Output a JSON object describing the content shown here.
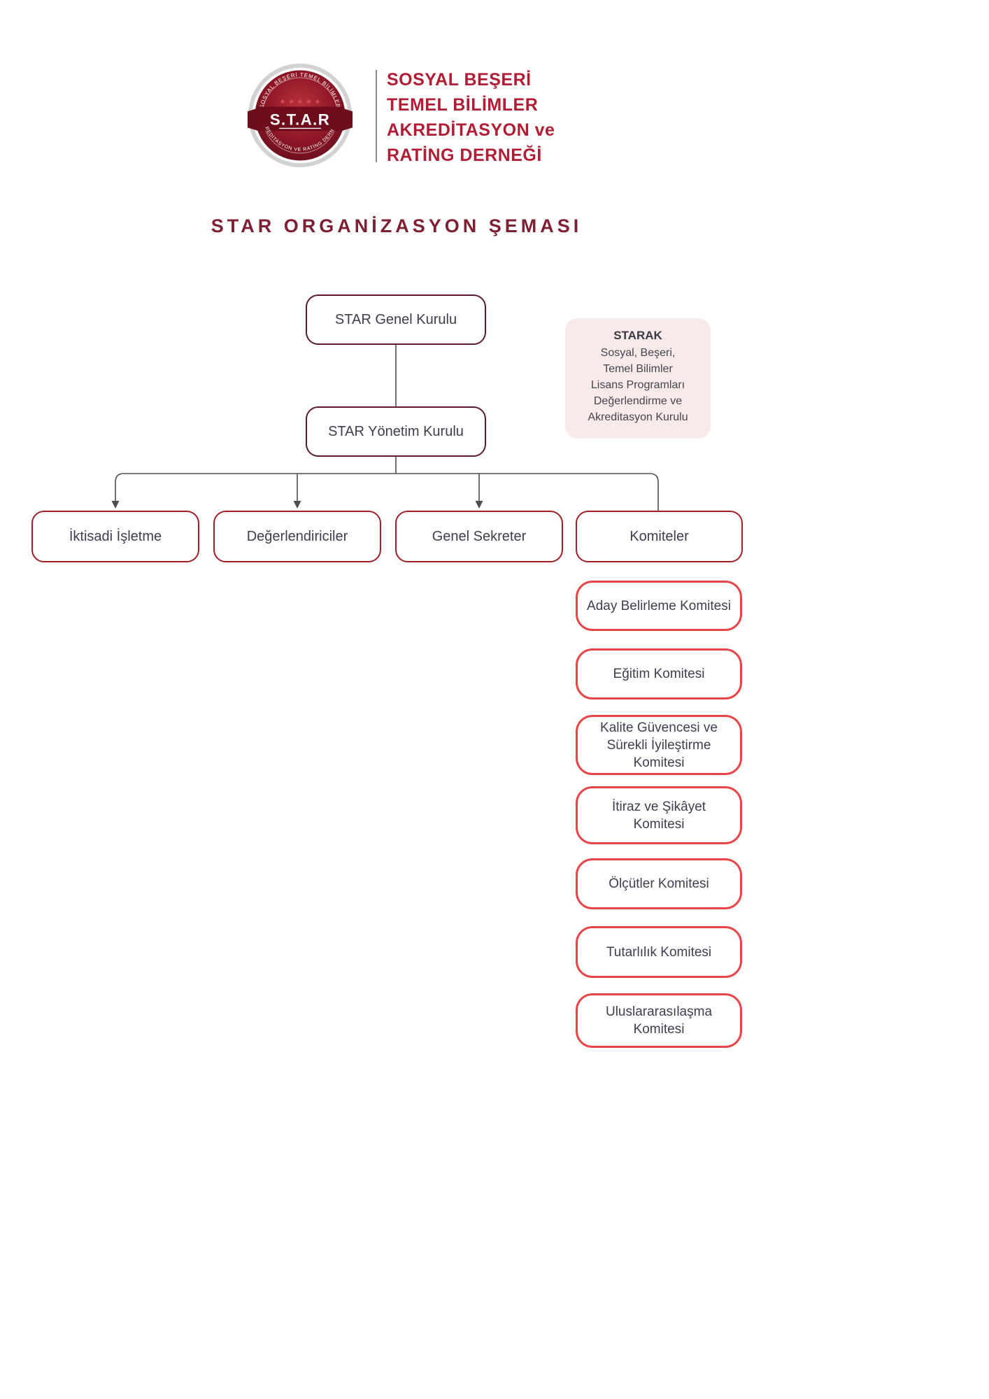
{
  "logo": {
    "badge_text": "S.T.A.R",
    "arc_top": "SOSYAL BEŞERİ TEMEL BİLİMLER",
    "arc_bottom": "AKREDİTASYON VE RATİNG DERNEĞİ",
    "stars": "★ ★ ★ ★ ★",
    "org_name_lines": [
      "SOSYAL BEŞERİ",
      "TEMEL BİLİMLER",
      "AKREDİTASYON ve",
      "RATİNG DERNEĞİ"
    ]
  },
  "title": "STAR ORGANİZASYON ŞEMASI",
  "org": {
    "root": "STAR Genel Kurulu",
    "board": "STAR Yönetim Kurulu",
    "side_note": {
      "title": "STARAK",
      "lines": [
        "Sosyal, Beşeri,",
        "Temel Bilimler",
        "Lisans Programları",
        "Değerlendirme ve",
        "Akreditasyon Kurulu"
      ]
    },
    "children": [
      "İktisadi İşletme",
      "Değerlendiriciler",
      "Genel Sekreter",
      "Komiteler"
    ],
    "committees": [
      "Aday Belirleme Komitesi",
      "Eğitim Komitesi",
      "Kalite Güvencesi ve Sürekli İyileştirme Komitesi",
      "İtiraz ve Şikâyet Komitesi",
      "Ölçütler Komitesi",
      "Tutarlılık Komitesi",
      "Uluslararasılaşma Komitesi"
    ]
  },
  "colors": {
    "maroon_border": "#5c1b2b",
    "child_border": "#9e1f2a",
    "committee_border": "#e64549",
    "header_text": "#b01d35",
    "title_text": "#7e2033",
    "node_text": "#3e3e4e",
    "note_bg": "#f7eae9",
    "connector": "#4f4f4f"
  }
}
